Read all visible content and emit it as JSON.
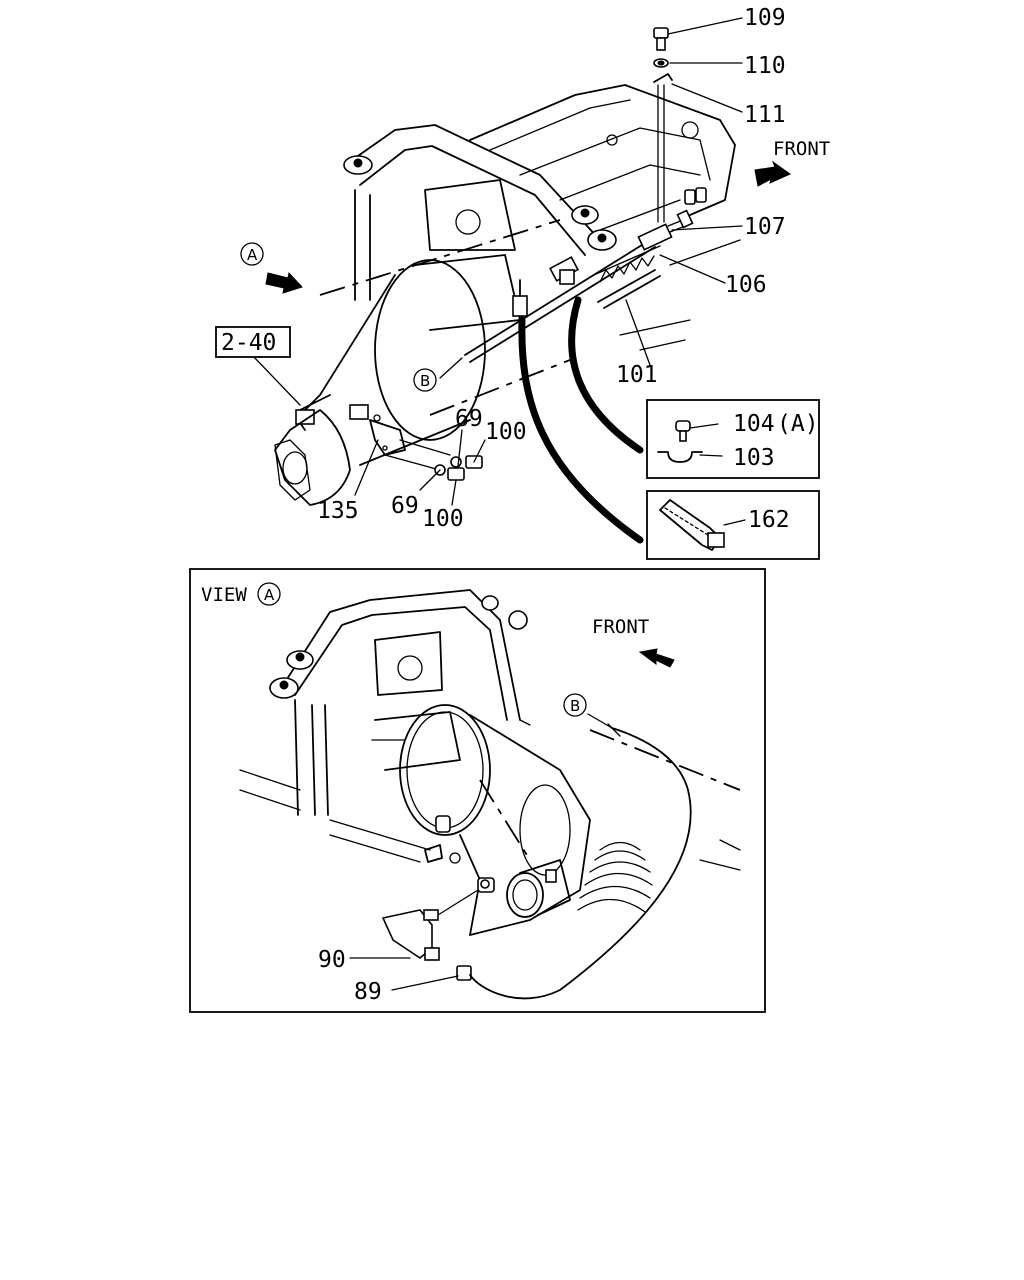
{
  "labels": {
    "p109": "109",
    "p110": "110",
    "p111": "111",
    "p107": "107",
    "p106": "106",
    "p101": "101",
    "p104": "104",
    "p104_note": "(A)",
    "p103": "103",
    "p162": "162",
    "p135": "135",
    "p69_upper": "69",
    "p100_upper": "100",
    "p69_lower": "69",
    "p100_lower": "100",
    "ref_2_40": "2-40",
    "p90": "90",
    "p89": "89"
  },
  "direction": {
    "front_top": "FRONT",
    "front_view": "FRONT"
  },
  "markers": {
    "a_top": "A",
    "b_top": "B",
    "a_view": "A",
    "b_view": "B"
  },
  "view": {
    "title": "VIEW"
  }
}
